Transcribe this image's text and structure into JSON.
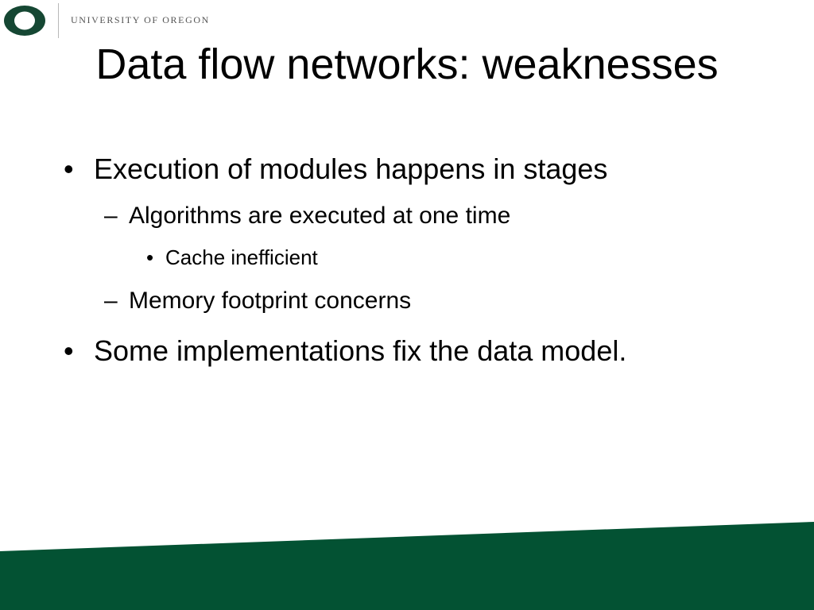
{
  "header": {
    "institution": "UNIVERSITY OF OREGON",
    "logo_icon": "oregon-o-logo-icon",
    "logo_color": "#154733"
  },
  "slide": {
    "title": "Data flow networks: weaknesses",
    "bullets": [
      {
        "level": 1,
        "marker": "•",
        "text": "Execution of modules happens in stages"
      },
      {
        "level": 2,
        "marker": "–",
        "text": "Algorithms are executed at one time"
      },
      {
        "level": 3,
        "marker": "•",
        "text": "Cache inefficient"
      },
      {
        "level": 2,
        "marker": "–",
        "text": "Memory footprint concerns"
      },
      {
        "level": 1,
        "marker": "•",
        "text": "Some implementations fix the data model."
      }
    ]
  },
  "theme": {
    "footer_color": "#035233",
    "text_color": "#000000"
  }
}
